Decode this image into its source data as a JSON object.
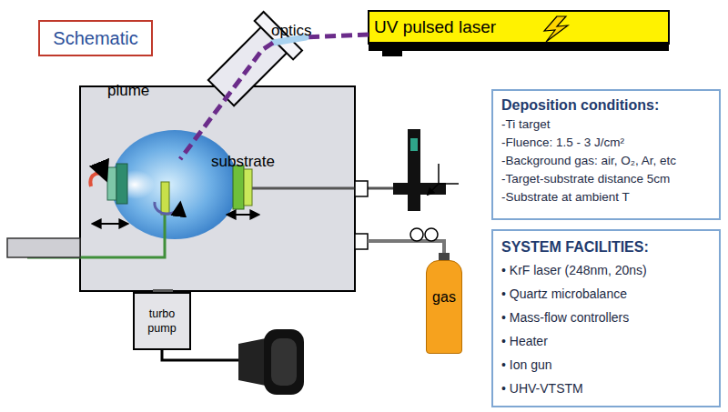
{
  "diagram": {
    "title": "Schematic",
    "nodes": [
      {
        "text": [
          "UV pulsed laser"
        ]
      },
      {
        "text": [
          "Deposition conditions:",
          "-Ti target",
          "-Fluence: 1.5 - 3 J/cm²",
          "-Background gas: air, O₂, Ar, etc",
          "-Target-substrate distance 5cm",
          "-Substrate at ambient T"
        ]
      },
      {
        "text": [
          "SYSTEM FACILITIES:",
          "• KrF laser (248nm, 20ns)",
          "• Quartz microbalance",
          "• Mass-flow controllers",
          "• Heater",
          "• Ion gun",
          "• UHV-VTSTM"
        ]
      },
      {
        "text": [
          "turbo pump"
        ]
      },
      {
        "text": [
          "gas"
        ]
      }
    ],
    "labels": [
      "optics",
      "plume",
      "substrate"
    ]
  }
}
